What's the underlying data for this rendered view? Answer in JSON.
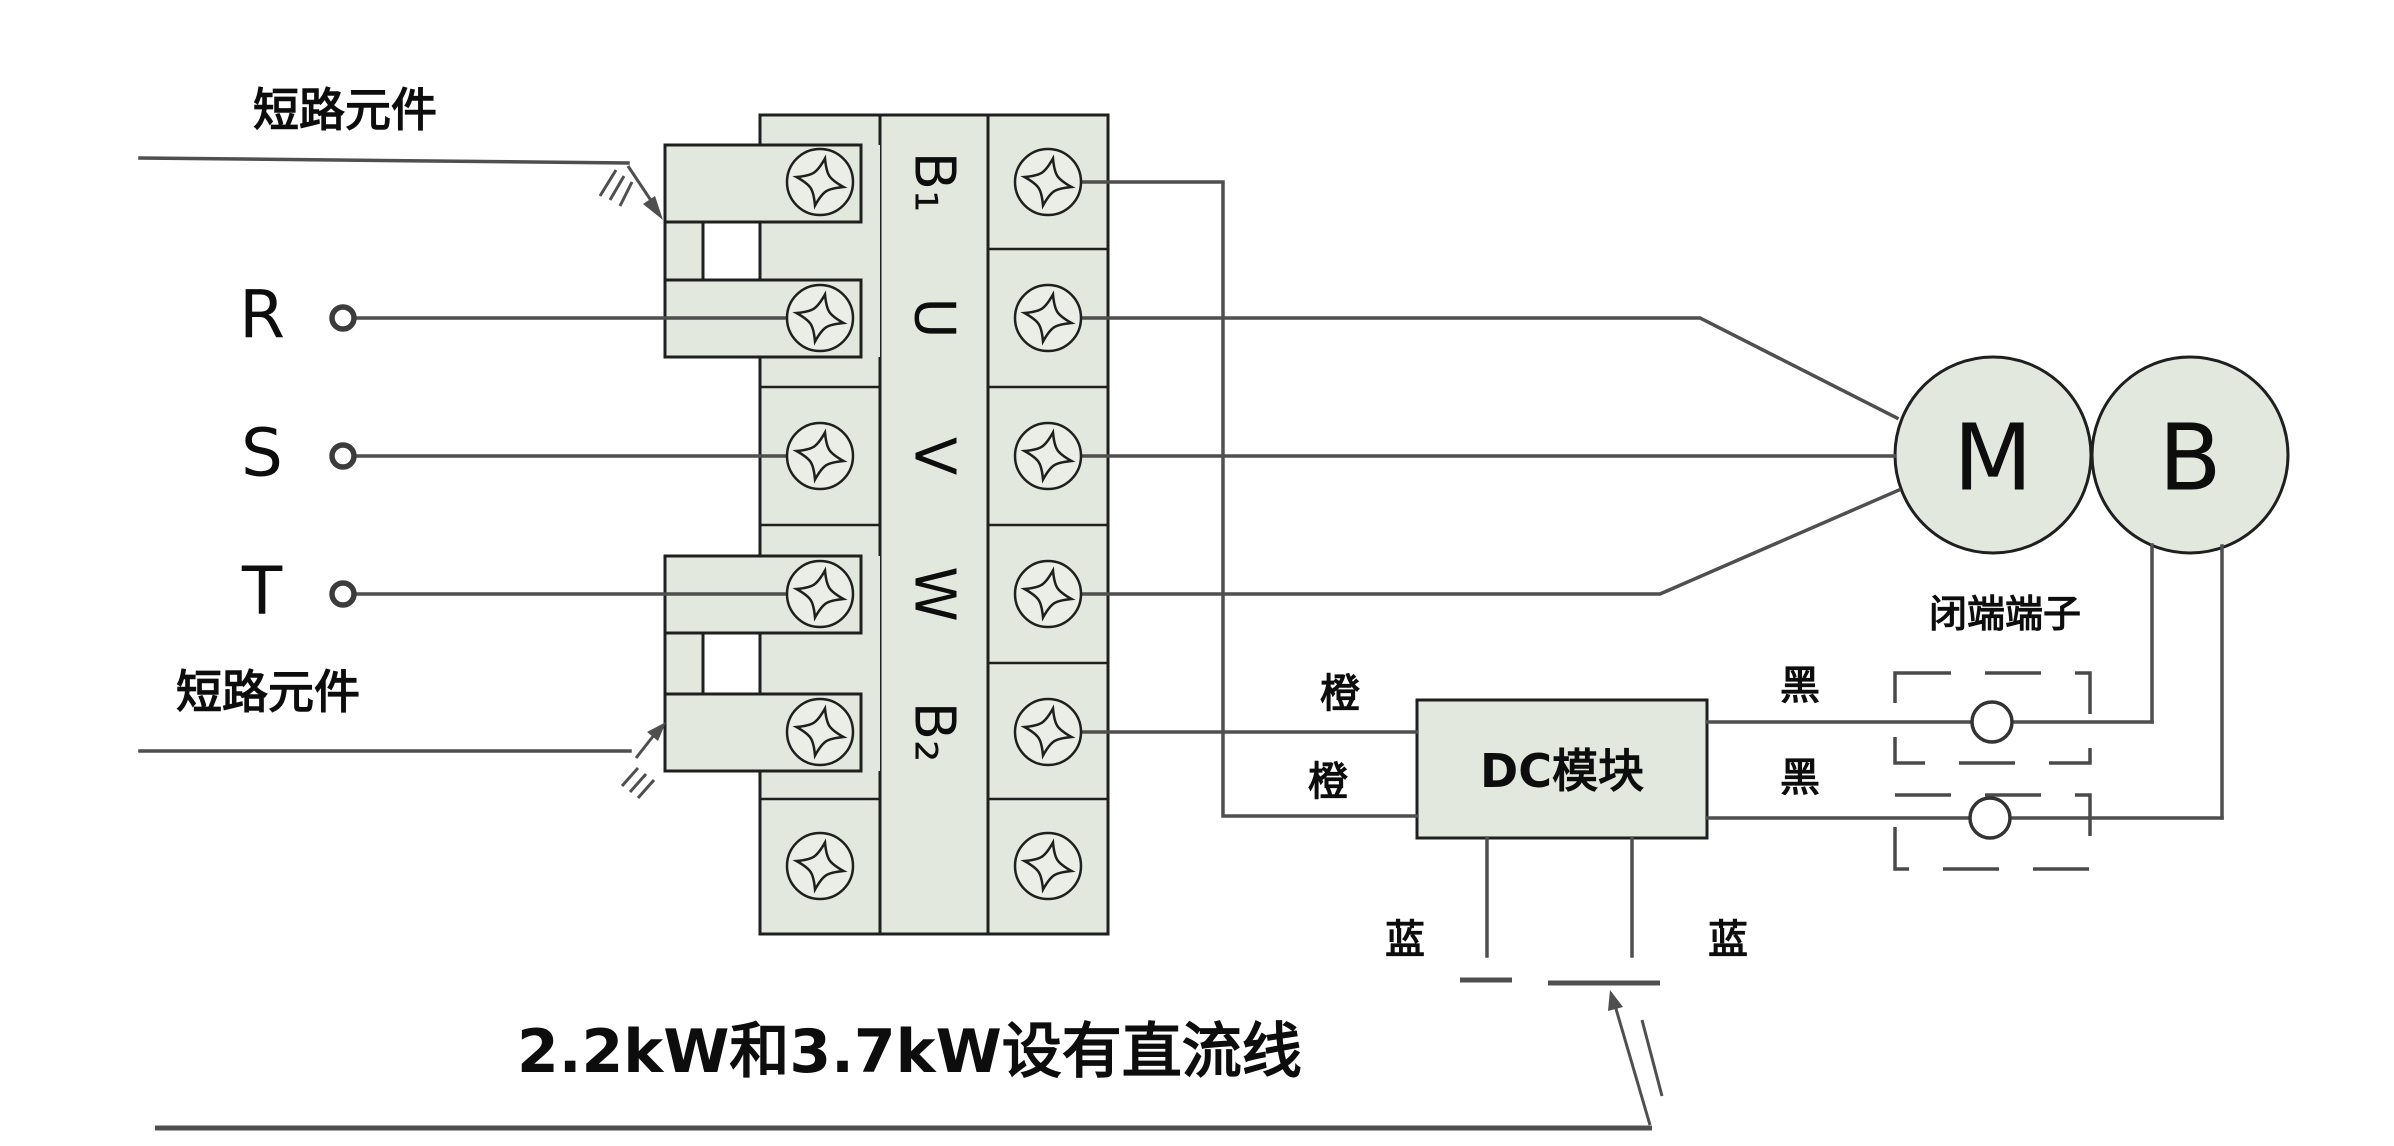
{
  "diagram": {
    "annotations": {
      "short_circuit_top": "短路元件",
      "short_circuit_bottom": "短路元件",
      "closed_end_terminal": "闭端端子",
      "note": "2.2kW和3.7kW设有直流线"
    },
    "inputs": {
      "r": "R",
      "s": "S",
      "t": "T"
    },
    "terminal_block": {
      "labels": [
        "B₁",
        "U",
        "V",
        "W",
        "B₂"
      ]
    },
    "dc_module": {
      "label": "DC模块"
    },
    "motor": {
      "label": "M"
    },
    "brake": {
      "label": "B"
    },
    "wire_labels": {
      "orange_top": "橙",
      "orange_bottom": "橙",
      "black_top": "黑",
      "black_bottom": "黑",
      "blue_left": "蓝",
      "blue_right": "蓝"
    }
  },
  "colors": {
    "component_fill": "#e3e8df",
    "wire": "#4f4f4f",
    "outline": "#1f1f1f",
    "text": "#0d0d0d"
  }
}
